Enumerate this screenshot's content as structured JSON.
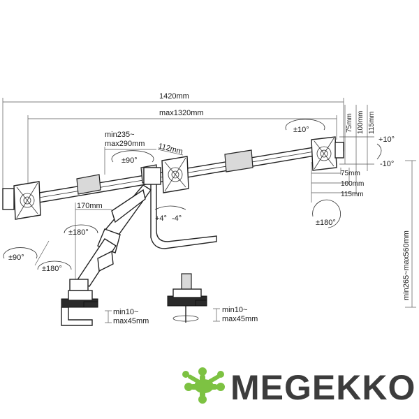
{
  "dimensions": {
    "total_width": "1420mm",
    "max_width": "max1320mm",
    "arm_reach_min": "min235~",
    "arm_reach_max": "max290mm",
    "arm_segment": "112mm",
    "vesa_75_v": "75mm",
    "vesa_100_v": "100mm",
    "vesa_115_v": "115mm",
    "vesa_75_h": "75mm",
    "vesa_100_h": "100mm",
    "vesa_115_h": "115mm",
    "pole_offset": "170mm",
    "height_range": "min265~max560mm",
    "clamp_left_min": "min10~",
    "clamp_left_max": "max45mm",
    "clamp_right_min": "min10~",
    "clamp_right_max": "max45mm"
  },
  "angles": {
    "rotate_right": "±10°",
    "tilt_up": "+10°",
    "tilt_down": "-10°",
    "swivel_center": "±90°",
    "tilt_center_up": "+4°",
    "tilt_center_down": "-4°",
    "rotate_screen": "±180°",
    "arm_swivel": "±180°",
    "base_swivel_90": "±90°",
    "base_swivel_180": "±180°"
  },
  "brand": {
    "name": "MEGEKKO",
    "logo_color": "#7dc242",
    "text_color": "#3c3c3c"
  }
}
